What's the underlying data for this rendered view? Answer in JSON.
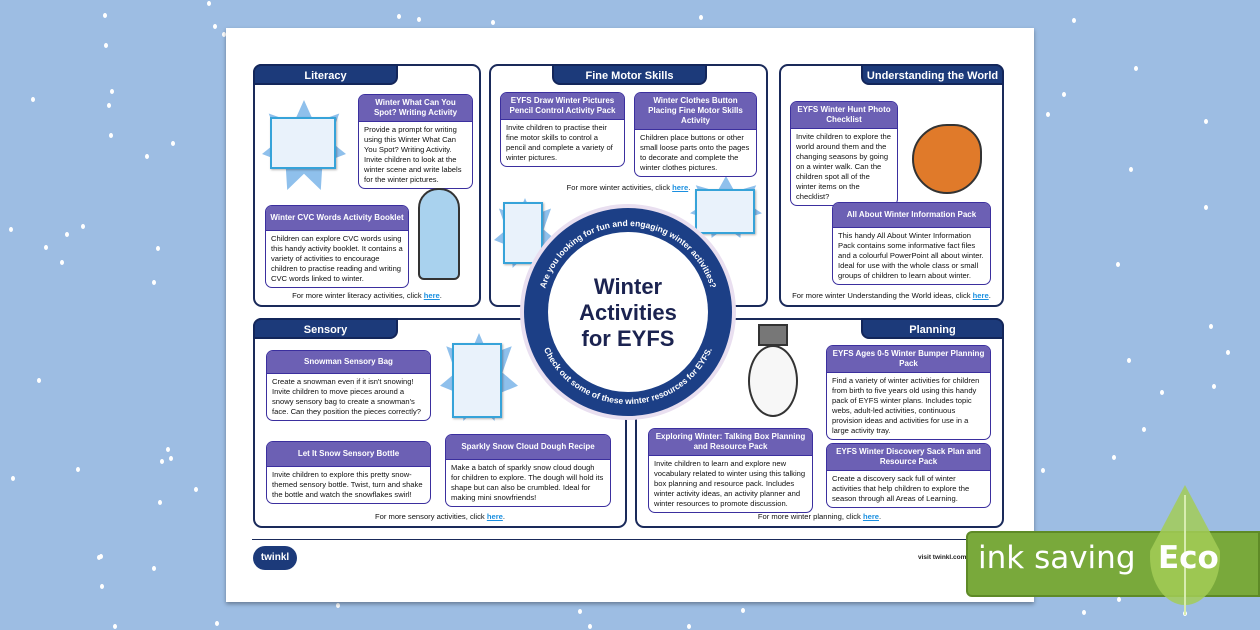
{
  "colors": {
    "background": "#9dbde3",
    "section_header": "#1c3a7a",
    "card_header": "#6c60b4",
    "link": "#1a8fe0",
    "eco_green": "#7aaa3c"
  },
  "centre": {
    "title_lines": [
      "Winter",
      "Activities",
      "for EYFS"
    ],
    "ring_top": "Are you looking for fun and engaging winter activities?",
    "ring_bottom": "Check out some of these winter resources for EYFS."
  },
  "sections": {
    "literacy": {
      "title": "Literacy",
      "more_text": "For more winter literacy activities, click ",
      "link": "here",
      "cards": [
        {
          "title": "Winter What Can You Spot? Writing Activity",
          "body": "Provide a prompt for writing using this Winter What Can You Spot? Writing Activity. Invite children to look at the winter scene and write labels for the winter pictures."
        },
        {
          "title": "Winter CVC Words Activity Booklet",
          "body": "Children can explore CVC words using this handy activity booklet. It contains a variety of activities to encourage children to practise reading and writing CVC words linked to winter."
        }
      ]
    },
    "fine_motor": {
      "title": "Fine Motor Skills",
      "more_text": "For more winter activities, click ",
      "link": "here",
      "cards": [
        {
          "title": "EYFS Draw Winter Pictures Pencil Control Activity Pack",
          "body": "Invite children to practise their fine motor skills to control a pencil and complete a variety of winter pictures."
        },
        {
          "title": "Winter Clothes Button Placing Fine Motor Skills Activity",
          "body": "Children place buttons or other small loose parts onto the pages to decorate and complete the winter clothes pictures."
        }
      ]
    },
    "understanding": {
      "title": "Understanding the World",
      "more_text": "For more winter Understanding the World ideas, click ",
      "link": "here",
      "cards": [
        {
          "title": "EYFS Winter Hunt Photo Checklist",
          "body": "Invite children to explore the world around them and the changing seasons by going on a winter walk. Can the children spot all of the winter items on the checklist?"
        },
        {
          "title": "All About Winter Information Pack",
          "body": "This handy All About Winter Information Pack contains some informative fact files and a colourful PowerPoint all about winter. Ideal for use with the whole class or small groups of children to learn about winter."
        }
      ]
    },
    "sensory": {
      "title": "Sensory",
      "more_text": "For more sensory activities, click ",
      "link": "here",
      "cards": [
        {
          "title": "Snowman Sensory Bag",
          "body": "Create a snowman even if it isn't snowing! Invite children to move pieces around a snowy sensory bag to create a snowman's face. Can they position the pieces correctly?"
        },
        {
          "title": "Let It Snow Sensory Bottle",
          "body": "Invite children to explore this pretty snow-themed sensory bottle. Twist, turn and shake the bottle and watch the snowflakes swirl!"
        },
        {
          "title": "Sparkly Snow Cloud Dough Recipe",
          "body": "Make a batch of sparkly snow cloud dough for children to explore. The dough will hold its shape but can also be crumbled. Ideal for making mini snowfriends!"
        }
      ]
    },
    "planning": {
      "title": "Planning",
      "more_text": "For more winter planning, click ",
      "link": "here",
      "cards": [
        {
          "title": "EYFS Ages 0-5 Winter Bumper Planning Pack",
          "body": "Find a variety of winter activities for children from birth to five years old using this handy pack of EYFS winter plans. Includes topic webs, adult-led activities, continuous provision ideas and activities for use in a large activity tray."
        },
        {
          "title": "Exploring Winter: Talking Box Planning and Resource Pack",
          "body": "Invite children to learn and explore new vocabulary related to winter using this talking box planning and resource pack. Includes winter activity ideas, an activity planner and winter resources to promote discussion."
        },
        {
          "title": "EYFS Winter Discovery Sack Plan and Resource Pack",
          "body": "Create a discovery sack full of winter activities that help children to explore the season through all Areas of Learning."
        }
      ]
    }
  },
  "footer": {
    "logo": "twinkl",
    "visit": "visit twinkl.com"
  },
  "eco_badge": {
    "label": "ink saving",
    "eco": "Eco"
  }
}
